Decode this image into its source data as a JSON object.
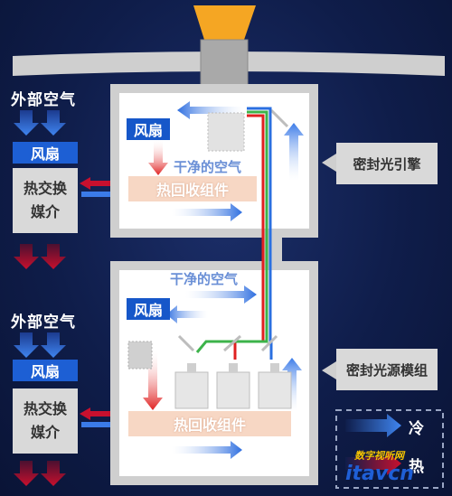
{
  "labels": {
    "outside_air_top": "外部空气",
    "outside_air_bottom": "外部空气",
    "fan_left_top": "风扇",
    "fan_left_bottom": "风扇",
    "hx_top_line1": "热交换",
    "hx_top_line2": "媒介",
    "hx_bottom_line1": "热交换",
    "hx_bottom_line2": "媒介",
    "fan_inner_top": "风扇",
    "fan_inner_bottom": "风扇",
    "clean_air_top": "干净的空气",
    "clean_air_bottom": "干净的空气",
    "recovery_top": "热回收组件",
    "recovery_bottom": "热回收组件",
    "sealed_engine": "密封光引擎",
    "sealed_light_module": "密封光源模组",
    "legend_cold": "冷",
    "legend_hot": "热"
  },
  "watermark": {
    "site_cn": "数字视听网",
    "site_en": "itavcn"
  },
  "colors": {
    "background": "#0f1d4a",
    "fan_blue": "#1d5fd4",
    "box_gray": "#d9d9d9",
    "recovery_peach": "#f7d7c4",
    "cold_arrow": "#3b7be8",
    "hot_arrow": "#c8102e",
    "lens_orange": "#f5a623",
    "light_red": "#e02020",
    "light_green": "#3cb34a",
    "light_blue": "#2a6fe0"
  }
}
